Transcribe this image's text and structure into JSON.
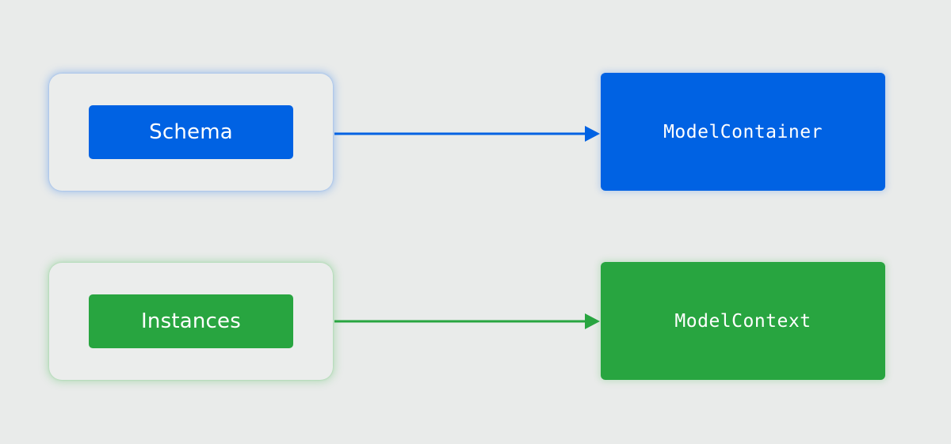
{
  "rows": [
    {
      "source_label": "Schema",
      "target_label": "ModelContainer",
      "color": "#0062e3"
    },
    {
      "source_label": "Instances",
      "target_label": "ModelContext",
      "color": "#28a540"
    }
  ]
}
